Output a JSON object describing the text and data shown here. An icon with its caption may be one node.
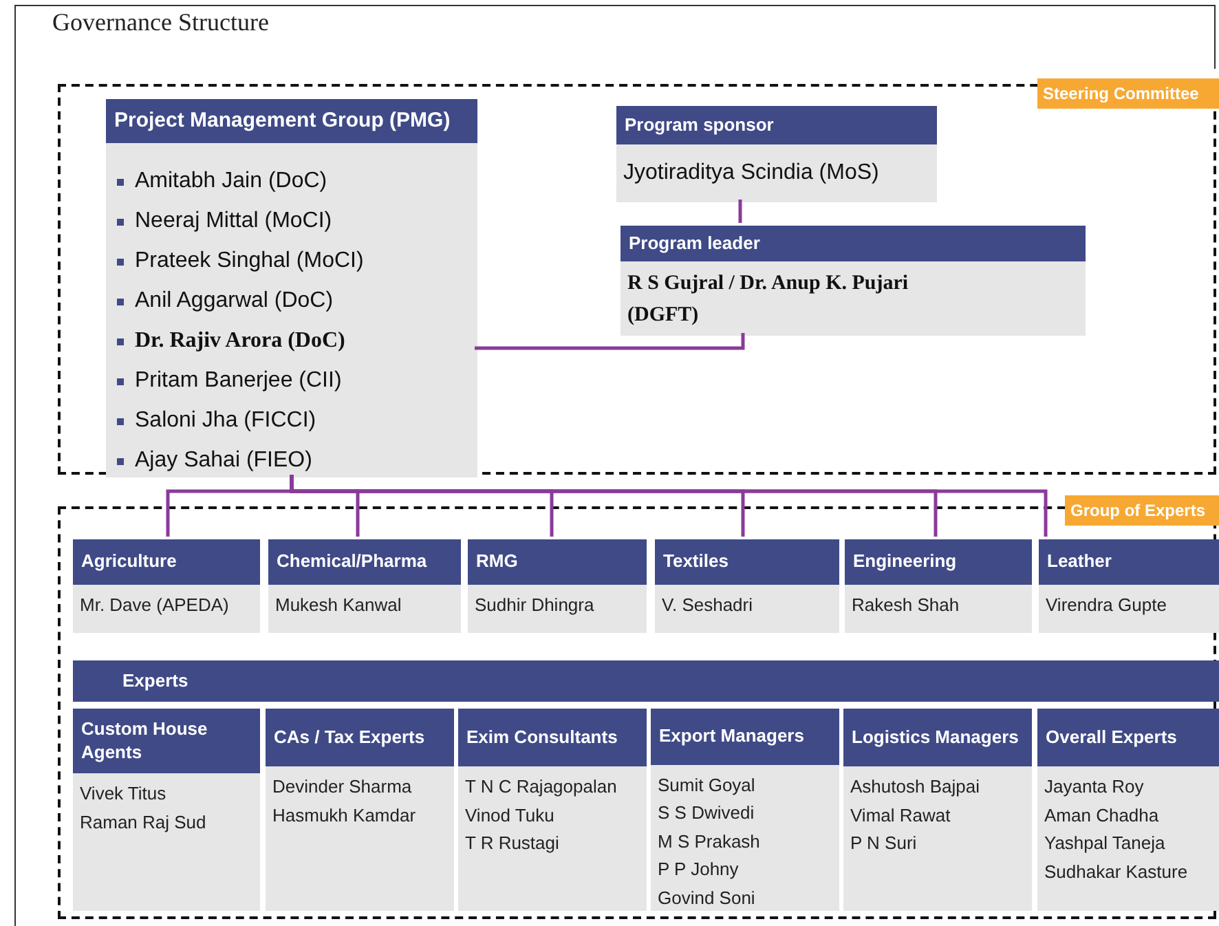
{
  "diagram": {
    "title": "Governance Structure",
    "nodes": [
      {
        "text": [
          "Steering Committee"
        ]
      },
      {
        "text": [
          "Project Management Group (PMG)",
          "Amitabh Jain (DoC)",
          "Neeraj Mittal (MoCI)",
          "Prateek Singhal (MoCI)",
          "Anil Aggarwal (DoC)",
          "Dr. Rajiv Arora (DoC)",
          "Pritam Banerjee (CII)",
          "Saloni Jha (FICCI)",
          "Ajay Sahai (FIEO)"
        ],
        "in": 0
      },
      {
        "text": [
          "Program sponsor",
          "Jyotiraditya Scindia (MoS)"
        ],
        "in": 0
      },
      {
        "text": [
          "Program leader",
          "R S Gujral / Dr. Anup K. Pujari (DGFT)"
        ],
        "in": 0
      },
      {
        "text": [
          "Group of Experts"
        ]
      },
      {
        "text": [
          "Agriculture",
          "Mr. Dave (APEDA)"
        ],
        "in": 4
      },
      {
        "text": [
          "Chemical/Pharma",
          "Mukesh Kanwal"
        ],
        "in": 4
      },
      {
        "text": [
          "RMG",
          "Sudhir Dhingra"
        ],
        "in": 4
      },
      {
        "text": [
          "Textiles",
          "V. Seshadri"
        ],
        "in": 4
      },
      {
        "text": [
          "Engineering",
          "Rakesh Shah"
        ],
        "in": 4
      },
      {
        "text": [
          "Leather",
          "Virendra Gupte"
        ],
        "in": 4
      },
      {
        "text": [
          "Experts"
        ],
        "in": 4
      },
      {
        "text": [
          "Custom House Agents",
          "Vivek Titus",
          "Raman Raj Sud"
        ],
        "in": 4
      },
      {
        "text": [
          "CAs / Tax Experts",
          "Devinder Sharma",
          "Hasmukh Kamdar"
        ],
        "in": 4
      },
      {
        "text": [
          "Exim Consultants",
          "T N C Rajagopalan",
          "Vinod Tuku",
          "T R Rustagi"
        ],
        "in": 4
      },
      {
        "text": [
          "Export Managers",
          "Sumit Goyal",
          "S S Dwivedi",
          "M S Prakash",
          "P P Johny",
          "Govind Soni"
        ],
        "in": 4
      },
      {
        "text": [
          "Logistics Managers",
          "Ashutosh Bajpai",
          "Vimal Rawat",
          "P N Suri"
        ],
        "in": 4
      },
      {
        "text": [
          "Overall Experts",
          "Jayanta Roy",
          "Aman Chadha",
          "Yashpal Taneja",
          "Sudhakar Kasture"
        ],
        "in": 4
      }
    ],
    "edges": [
      {
        "from": 2,
        "to": 3,
        "arrow": "none"
      },
      {
        "from": 3,
        "to": 1,
        "arrow": "none"
      },
      {
        "from": 1,
        "to": 5,
        "arrow": "none"
      },
      {
        "from": 1,
        "to": 6,
        "arrow": "none"
      },
      {
        "from": 1,
        "to": 7,
        "arrow": "none"
      },
      {
        "from": 1,
        "to": 8,
        "arrow": "none"
      },
      {
        "from": 1,
        "to": 9,
        "arrow": "none"
      },
      {
        "from": 1,
        "to": 10,
        "arrow": "none"
      }
    ]
  }
}
